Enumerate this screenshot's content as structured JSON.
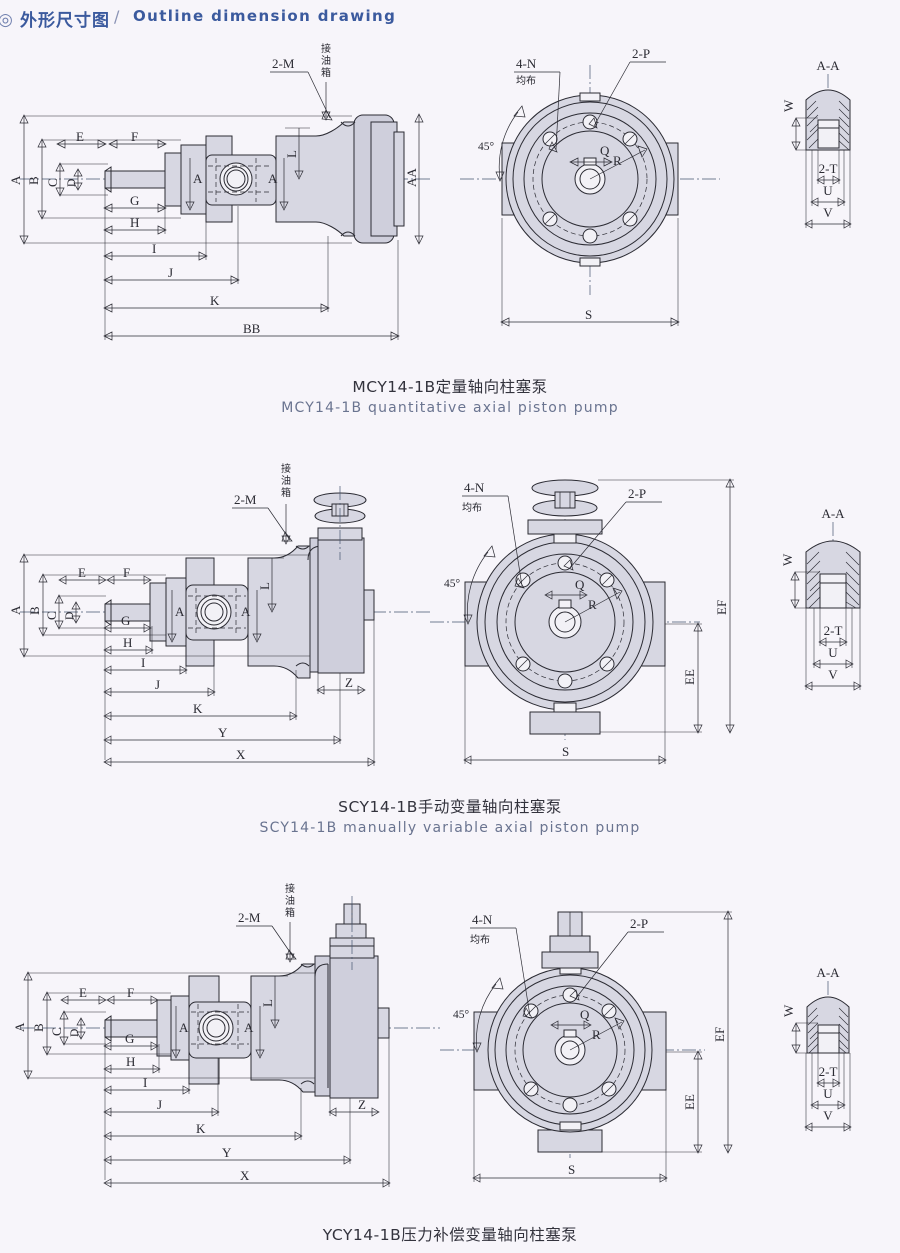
{
  "header": {
    "bullet_icon": "circled-dot-icon",
    "title_cn": "外形尺寸图",
    "separator": "/",
    "title_en": "Outline dimension drawing"
  },
  "drawings": [
    {
      "id": "mcy14-1b",
      "caption_cn": "MCY14-1B定量轴向柱塞泵",
      "caption_en": "MCY14-1B quantitative axial piston pump",
      "side_view": {
        "dims": [
          "A",
          "B",
          "C",
          "D",
          "E",
          "F",
          "G",
          "H",
          "I",
          "J",
          "K",
          "BB",
          "L",
          "AA"
        ],
        "section_marks": [
          "A",
          "A"
        ],
        "callouts": [
          "2-M",
          "接油箱"
        ]
      },
      "front_view": {
        "dims": [
          "S",
          "Q",
          "R"
        ],
        "callouts": [
          "4-N",
          "均布",
          "2-P",
          "45°"
        ]
      },
      "section_aa": {
        "title": "A-A",
        "dims": [
          "W",
          "2-T",
          "U",
          "V"
        ]
      }
    },
    {
      "id": "scy14-1b",
      "caption_cn": "SCY14-1B手动变量轴向柱塞泵",
      "caption_en": "SCY14-1B manually variable axial piston pump",
      "side_view": {
        "dims": [
          "A",
          "B",
          "C",
          "D",
          "E",
          "F",
          "G",
          "H",
          "I",
          "J",
          "K",
          "Y",
          "X",
          "Z",
          "L"
        ],
        "section_marks": [
          "A",
          "A"
        ],
        "callouts": [
          "2-M",
          "接油箱"
        ]
      },
      "front_view": {
        "dims": [
          "S",
          "Q",
          "R",
          "EE",
          "EF"
        ],
        "callouts": [
          "4-N",
          "均布",
          "2-P",
          "45°"
        ]
      },
      "section_aa": {
        "title": "A-A",
        "dims": [
          "W",
          "2-T",
          "U",
          "V"
        ]
      }
    },
    {
      "id": "ycy14-1b",
      "caption_cn": "YCY14-1B压力补偿变量轴向柱塞泵",
      "caption_en": "",
      "side_view": {
        "dims": [
          "A",
          "B",
          "C",
          "D",
          "E",
          "F",
          "G",
          "H",
          "I",
          "J",
          "K",
          "Y",
          "X",
          "Z",
          "L"
        ],
        "section_marks": [
          "A",
          "A"
        ],
        "callouts": [
          "2-M",
          "接油箱"
        ]
      },
      "front_view": {
        "dims": [
          "S",
          "Q",
          "R",
          "EE",
          "EF"
        ],
        "callouts": [
          "4-N",
          "均布",
          "2-P",
          "45°"
        ]
      },
      "section_aa": {
        "title": "A-A",
        "dims": [
          "W",
          "2-T",
          "U",
          "V"
        ]
      }
    }
  ],
  "labels": {
    "A": "A",
    "B": "B",
    "C": "C",
    "D": "D",
    "E": "E",
    "F": "F",
    "G": "G",
    "H": "H",
    "I": "I",
    "J": "J",
    "K": "K",
    "L": "L",
    "S": "S",
    "Q": "Q",
    "R": "R",
    "U": "U",
    "V": "V",
    "W": "W",
    "X": "X",
    "Y": "Y",
    "Z": "Z",
    "AA": "AA",
    "BB": "BB",
    "EE": "EE",
    "EF": "EF",
    "two_M": "2-M",
    "two_P": "2-P",
    "two_T": "2-T",
    "four_N": "4-N",
    "junbu": "均布",
    "deg45": "45°",
    "sec_AA": "A-A",
    "oil_tank": "接油箱",
    "oil_tank_chars": [
      "接",
      "油",
      "箱"
    ]
  },
  "colors": {
    "background": "#f7f5fa",
    "line": "#2b2b33",
    "body_fill": "#d7d7e2",
    "header_blue": "#3b5a9e",
    "caption_en": "#6a7490",
    "centerline": "#46566f"
  }
}
